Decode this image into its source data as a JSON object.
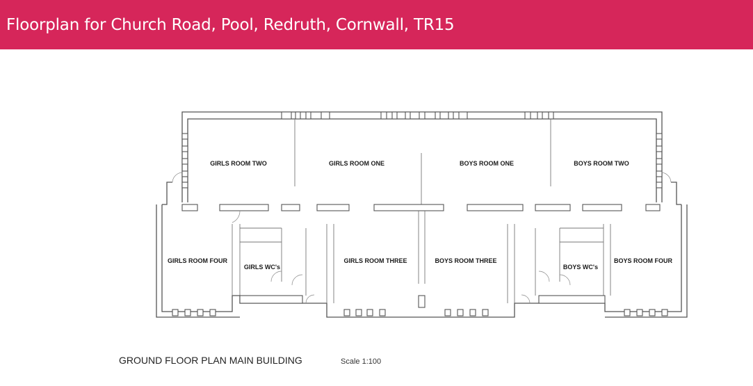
{
  "header": {
    "title": "Floorplan for Church Road, Pool, Redruth, Cornwall, TR15",
    "background": "#d6265a"
  },
  "plan": {
    "rooms": {
      "girls_room_two": "GIRLS ROOM TWO",
      "girls_room_one": "GIRLS ROOM ONE",
      "boys_room_one": "BOYS ROOM ONE",
      "boys_room_two": "BOYS ROOM TWO",
      "girls_room_four": "GIRLS ROOM FOUR",
      "girls_wcs": "GIRLS WC's",
      "girls_room_three": "GIRLS ROOM THREE",
      "boys_room_three": "BOYS ROOM THREE",
      "boys_wcs": "BOYS WC's",
      "boys_room_four": "BOYS ROOM FOUR"
    },
    "caption": {
      "title": "GROUND FLOOR PLAN MAIN BUILDING",
      "scale": "Scale 1:100"
    }
  }
}
